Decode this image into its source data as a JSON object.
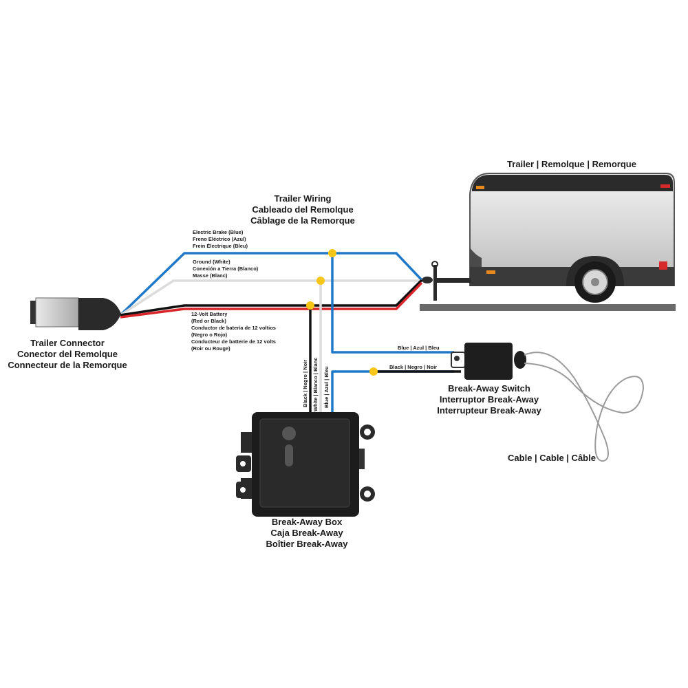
{
  "trailer": {
    "title": "Trailer | Remolque | Remorque"
  },
  "trailer_wiring": {
    "title": [
      "Trailer Wiring",
      "Cableado del Remolque",
      "Câblage de la Remorque"
    ]
  },
  "wires": {
    "electric_brake": [
      "Electric Brake (Blue)",
      "Freno Eléctrico (Azul)",
      "Frein Électrique (Bleu)"
    ],
    "ground": [
      "Ground (White)",
      "Conexión a Tierra (Blanco)",
      "Masse (Blanc)"
    ],
    "battery": [
      "12-Volt Battery",
      "(Red or Black)",
      "Conductor de batería de 12 voltios",
      "(Negro o Rojo)",
      "Conducteur de batterie de 12 volts",
      "(Roir ou Rouge)"
    ],
    "black_vertical": "Black | Negro | Noir",
    "white_vertical": "White | Blanco | Blanc",
    "blue_vertical": "Blue | Azul | Bleu",
    "blue_switch": "Blue | Azul | Bleu",
    "black_switch": "Black | Negro | Noir"
  },
  "connector": {
    "title": [
      "Trailer Connector",
      "Conector del Remolque",
      "Connecteur de la Remorque"
    ]
  },
  "switch": {
    "title": [
      "Break-Away Switch",
      "Interruptor Break-Away",
      "Interrupteur Break-Away"
    ]
  },
  "box": {
    "title": [
      "Break-Away Box",
      "Caja Break-Away",
      "Boîtier Break-Away"
    ]
  },
  "cable": {
    "title": "Cable | Cable | Câble"
  },
  "colors": {
    "blue_wire": "#1f78c8",
    "white_wire": "#e6e6e6",
    "red_wire": "#d9252a",
    "black_wire": "#111111",
    "junction": "#f5c518"
  }
}
